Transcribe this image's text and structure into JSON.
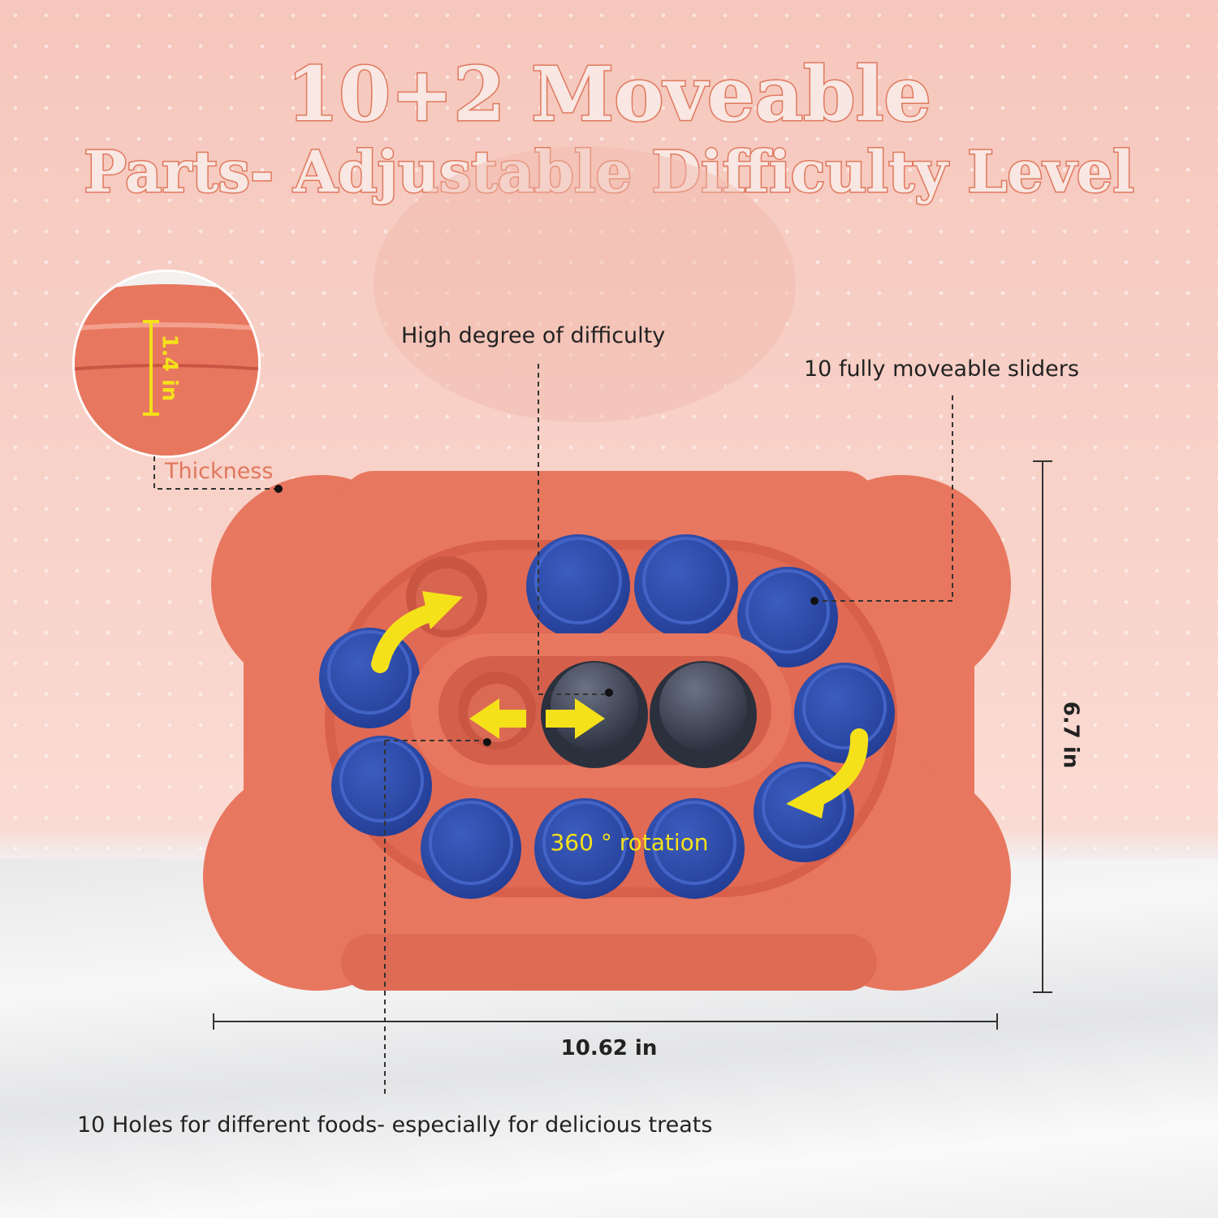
{
  "headline": {
    "line1": "10+2 Moveable",
    "line2": "Parts- Adjustable Difficulty Level"
  },
  "callouts": {
    "high_difficulty": "High degree of difficulty",
    "sliders": "10 fully moveable sliders",
    "thickness": "Thickness",
    "rotation": "360 ° rotation",
    "holes": "10 Holes for different foods- especially for delicious treats"
  },
  "dimensions": {
    "thickness": "1.4 in",
    "width": "10.62 in",
    "height": "6.7 in"
  },
  "colors": {
    "toy_body": "#e8775f",
    "slider_blue": "#2b4aa6",
    "knob_gray": "#3d4352",
    "arrow_yellow": "#f5e11a",
    "title_stroke": "#e0785e"
  }
}
